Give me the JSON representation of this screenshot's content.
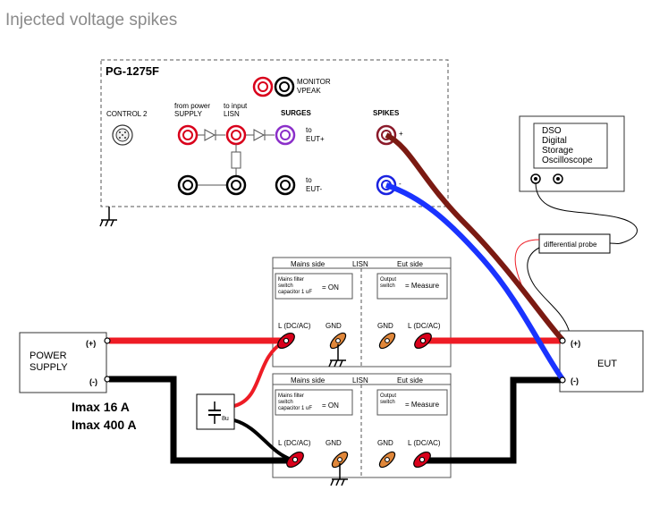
{
  "title": "Injected voltage spikes",
  "generator": {
    "model": "PG-1275F",
    "control": "CONTROL 2",
    "monitor_line1": "MONITOR",
    "monitor_line2": "VPEAK",
    "from_power_line1": "from power",
    "from_power_line2": "SUPPLY",
    "to_input_line1": "to input",
    "to_input_line2": "LISN",
    "surges": "SURGES",
    "spikes": "SPIKES",
    "to": "to",
    "eut_plus": "EUT+",
    "eut_minus": "EUT-",
    "plus": "+",
    "minus": "-"
  },
  "dso": {
    "line1": "DSO",
    "line2": "Digital",
    "line3": "Storage",
    "line4": "Oscilloscope"
  },
  "probe": "differential probe",
  "lisn_top": {
    "mains_side": "Mains side",
    "lisn": "LISN",
    "eut_side": "Eut side",
    "filter_line1": "Mains filter",
    "filter_line2": "switch",
    "filter_line3": "capacitor 1 uF",
    "filter_state": "= ON",
    "output_line1": "Output",
    "output_line2": "switch",
    "output_state": "= Measure",
    "l_left": "L (DC/AC)",
    "gnd_left": "GND",
    "gnd_right": "GND",
    "l_right": "L (DC/AC)"
  },
  "lisn_bottom": {
    "mains_side": "Mains side",
    "lisn": "LISN",
    "eut_side": "Eut side",
    "filter_line1": "Mains filter",
    "filter_line2": "switch",
    "filter_line3": "capacitor 1 uF",
    "filter_state": "= ON",
    "output_line1": "Output",
    "output_line2": "switch",
    "output_state": "= Measure",
    "l_left": "L (DC/AC)",
    "gnd_left": "GND",
    "gnd_right": "GND",
    "l_right": "L (DC/AC)"
  },
  "power_supply": {
    "line1": "POWER",
    "line2": "SUPPLY",
    "plus": "(+)",
    "minus": "(-)",
    "imax1": "Imax 16 A",
    "imax2": "Imax 400 A"
  },
  "capacitor": "8u",
  "eut": {
    "label": "EUT",
    "plus": "(+)",
    "minus": "(-)"
  },
  "colors": {
    "red_wire": "#ee1c25",
    "black_wire": "#000000",
    "brown_wire": "#7b1a12",
    "blue_wire": "#1a33ff",
    "connector_red": "#d9001b",
    "connector_purple": "#8b2fc9",
    "connector_maroon": "#8b1a2a",
    "connector_blue": "#1a22e0",
    "terminal_orange": "#e0873a"
  }
}
